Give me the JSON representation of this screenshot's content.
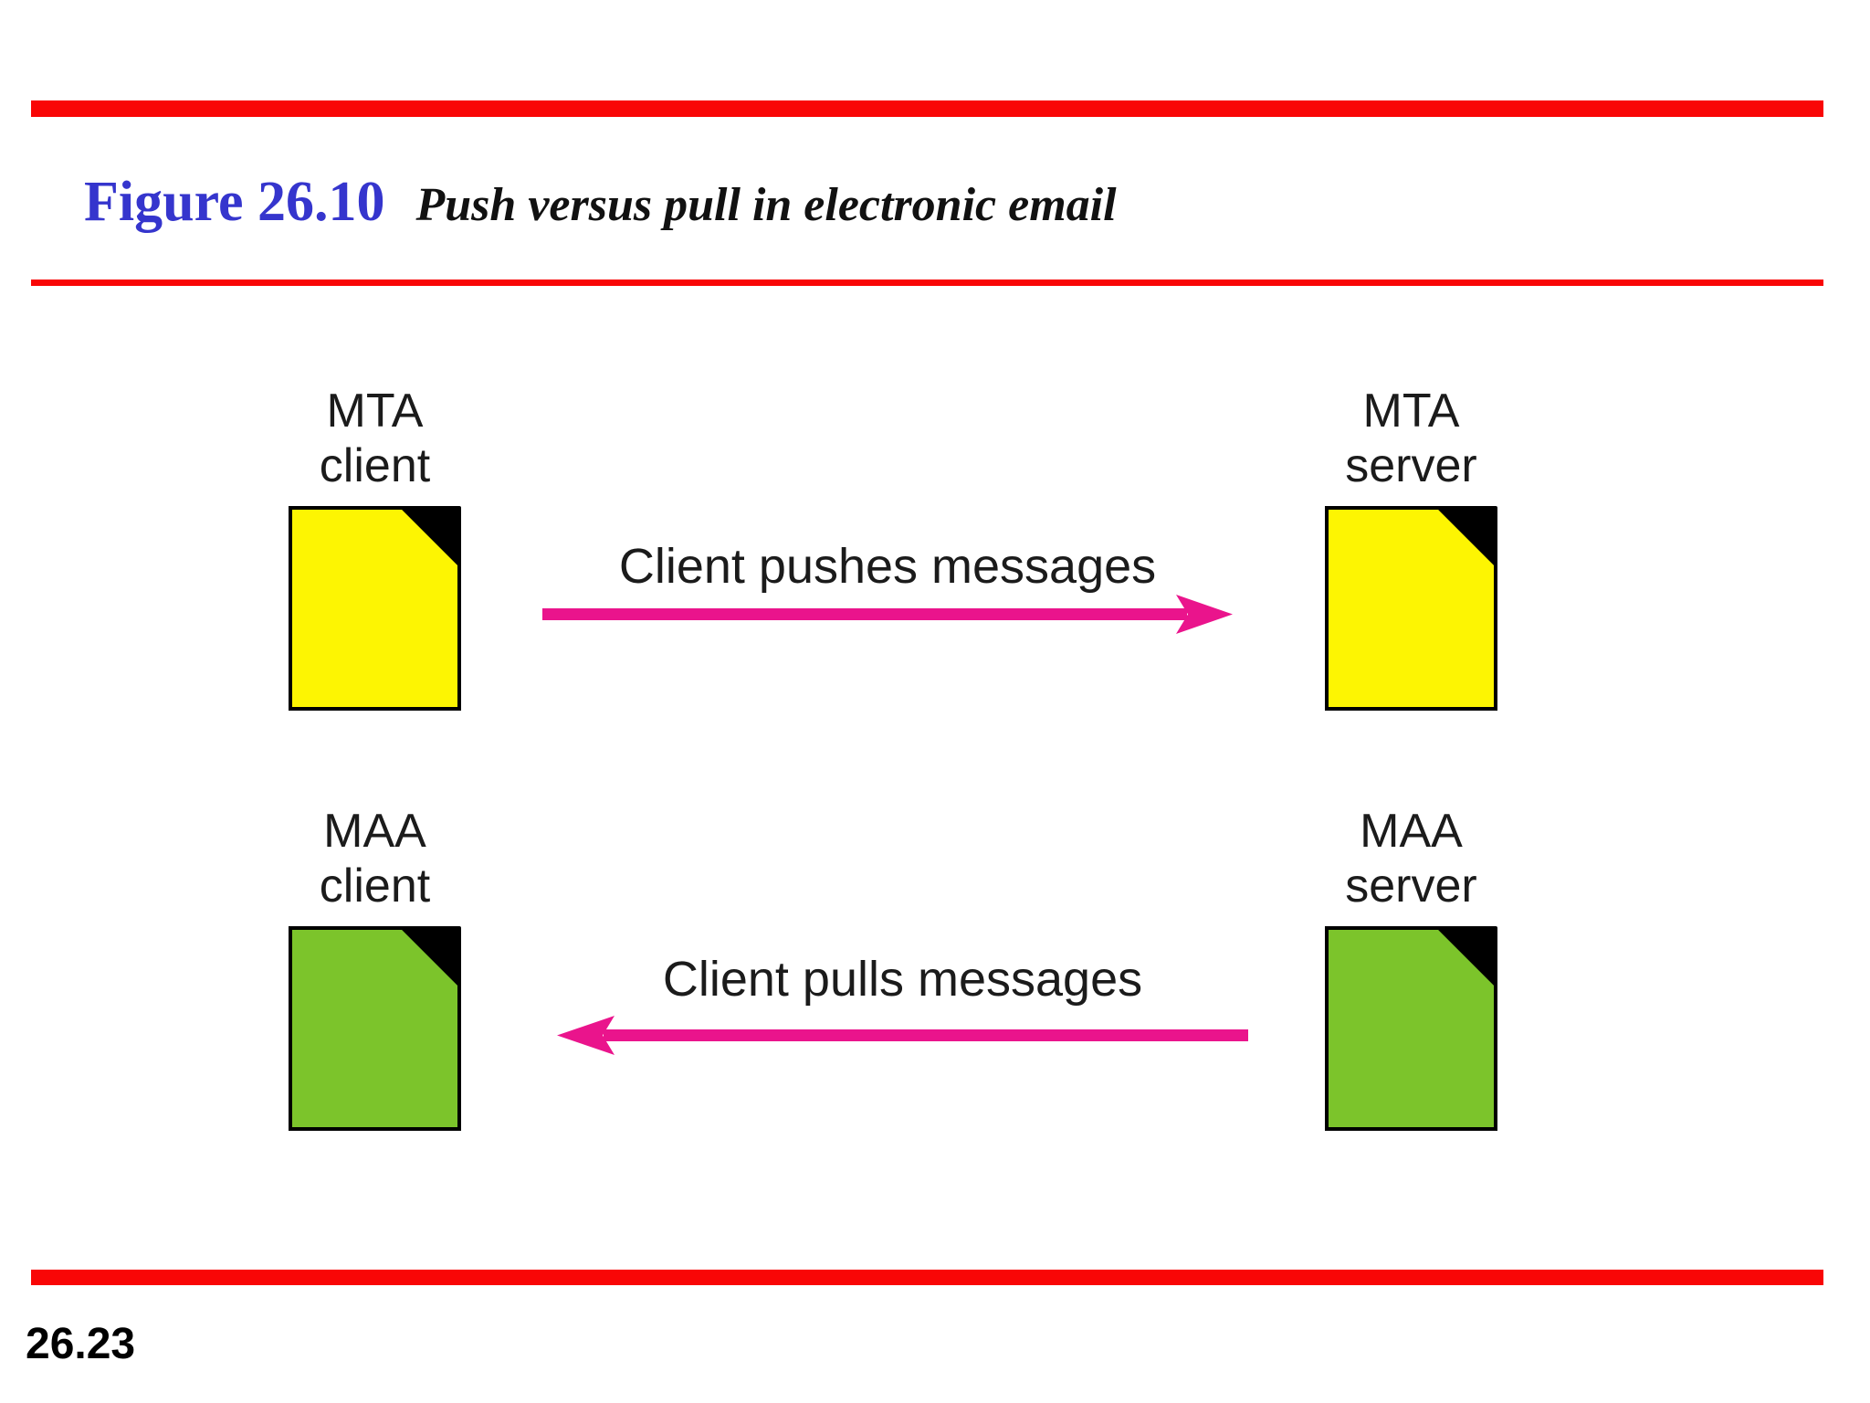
{
  "slide": {
    "figure_label": "Figure 26.10",
    "figure_title": "Push versus pull in electronic email",
    "page_number": "26.23"
  },
  "colors": {
    "rule_red": "#f90606",
    "figure_label_blue": "#3535cd",
    "doc_yellow": "#fdf502",
    "doc_green": "#7cc42b",
    "arrow_pink": "#ea148c",
    "doc_fold_black": "#000000"
  },
  "diagram": {
    "rows": [
      {
        "left_node": {
          "label_line1": "MTA",
          "label_line2": "client",
          "doc_color": "#fdf502"
        },
        "right_node": {
          "label_line1": "MTA",
          "label_line2": "server",
          "doc_color": "#fdf502"
        },
        "arrow": {
          "label": "Client pushes messages",
          "direction": "right",
          "color": "#ea148c"
        }
      },
      {
        "left_node": {
          "label_line1": "MAA",
          "label_line2": "client",
          "doc_color": "#7cc42b"
        },
        "right_node": {
          "label_line1": "MAA",
          "label_line2": "server",
          "doc_color": "#7cc42b"
        },
        "arrow": {
          "label": "Client pulls messages",
          "direction": "left",
          "color": "#ea148c"
        }
      }
    ]
  }
}
